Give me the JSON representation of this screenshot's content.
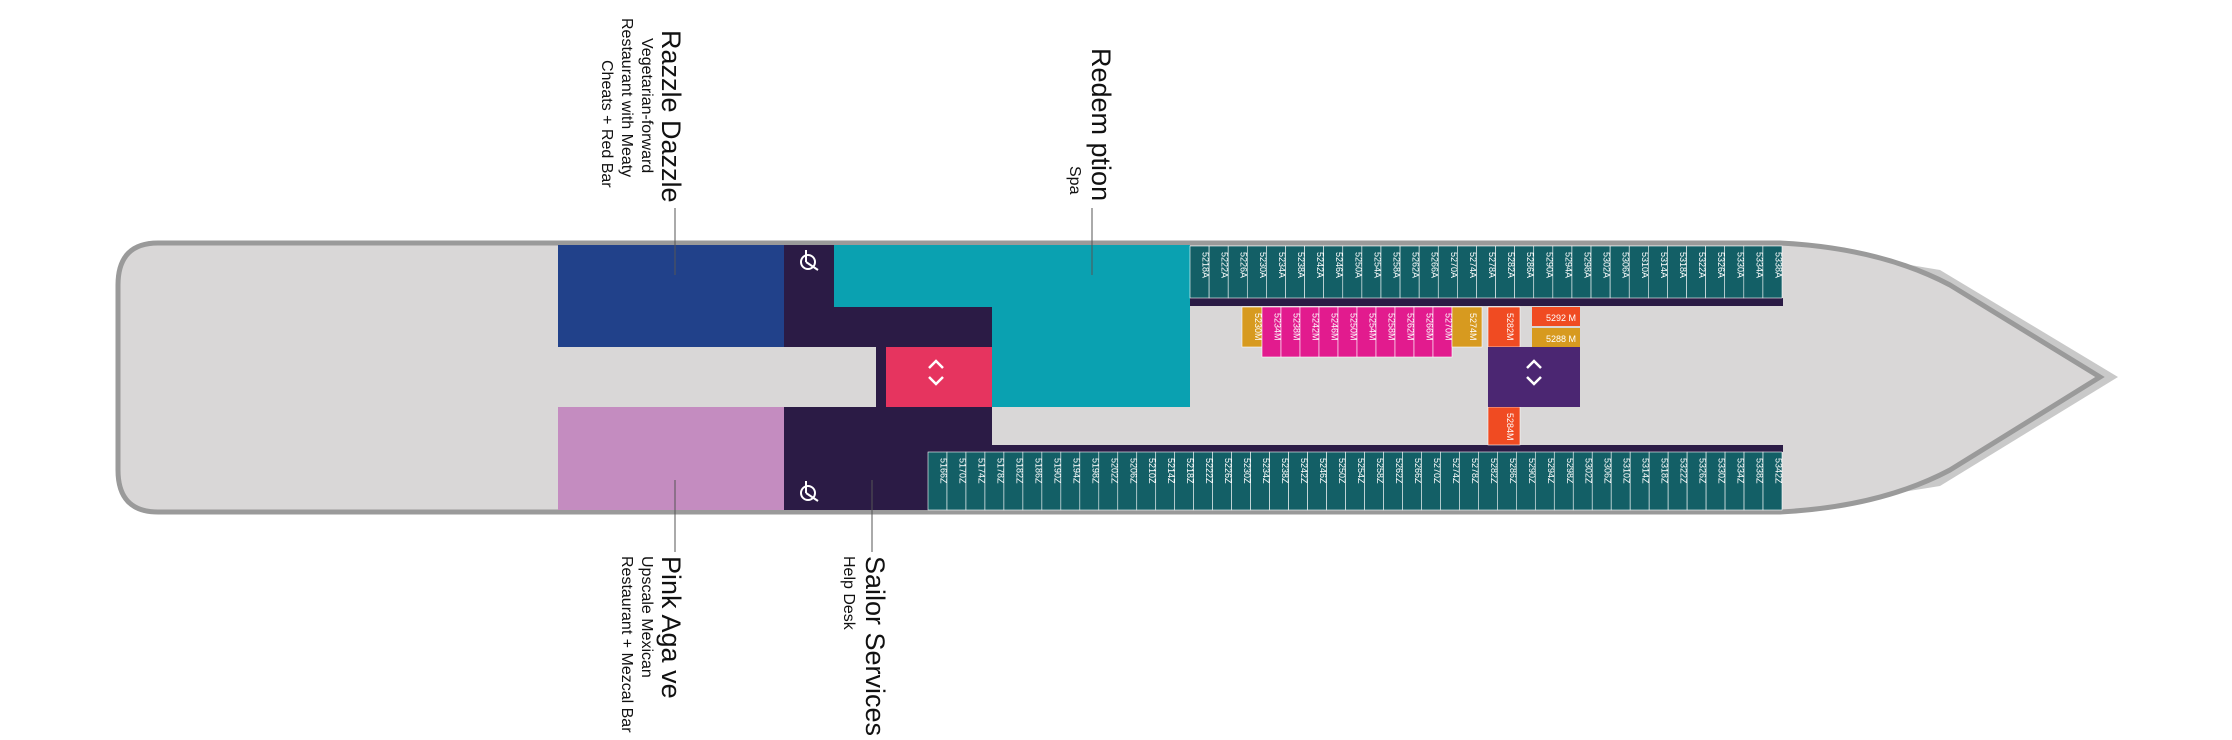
{
  "colors": {
    "hull": "#d9d7d7",
    "hull_outline": "#9a9a9a",
    "cabin_teal": "#135f66",
    "corridor_dark": "#2b1b45",
    "spa_cyan": "#0aa1b1",
    "razzle_blue": "#21418a",
    "pink_agave": "#c48cc0",
    "elevator_pink": "#e6345f",
    "elevator_purple": "#4b2672",
    "magenta_m": "#e21b8e",
    "gold_m": "#d79a1f",
    "orange_m": "#f04b22"
  },
  "venues": [
    {
      "id": "razzle-dazzle",
      "title": "Razzle  Dazzle",
      "lines": [
        "Vegetarian-forward",
        "Restaurant with Meaty",
        "Cheats + Red Bar"
      ]
    },
    {
      "id": "redemption",
      "title": "Redem ption",
      "lines": [
        "Spa"
      ]
    },
    {
      "id": "pink-agave",
      "title": "Pink  Aga ve",
      "lines": [
        "Upscale Mexican",
        "Restaurant + Mezcal Bar"
      ]
    },
    {
      "id": "sailor-services",
      "title": "Sailor Services",
      "lines": [
        "Help Desk"
      ]
    }
  ],
  "cabins_a": [
    "5218A",
    "5222A",
    "5226A",
    "5230A",
    "5234A",
    "5238A",
    "5242A",
    "5246A",
    "5250A",
    "5254A",
    "5258A",
    "5262A",
    "5266A",
    "5270A",
    "5274A",
    "5278A",
    "5282A",
    "5286A",
    "5290A",
    "5294A",
    "5298A",
    "5302A",
    "5306A",
    "5310A",
    "5314A",
    "5318A",
    "5322A",
    "5326A",
    "5330A",
    "5334A",
    "5338A"
  ],
  "cabins_z": [
    "5166Z",
    "5170Z",
    "5174Z",
    "5178Z",
    "5182Z",
    "5186Z",
    "5190Z",
    "5194Z",
    "5198Z",
    "5202Z",
    "5206Z",
    "5210Z",
    "5214Z",
    "5218Z",
    "5222Z",
    "5226Z",
    "5230Z",
    "5234Z",
    "5238Z",
    "5242Z",
    "5246Z",
    "5250Z",
    "5254Z",
    "5258Z",
    "5262Z",
    "5266Z",
    "5270Z",
    "5274Z",
    "5278Z",
    "5282Z",
    "5286Z",
    "5290Z",
    "5294Z",
    "5298Z",
    "5302Z",
    "5306Z",
    "5310Z",
    "5314Z",
    "5318Z",
    "5322Z",
    "5326Z",
    "5330Z",
    "5334Z",
    "5338Z",
    "5342Z"
  ],
  "cabins_m_magenta": [
    "5234M",
    "5238M",
    "5242M",
    "5246M",
    "5250M",
    "5254M",
    "5258M",
    "5262M",
    "5266M",
    "5270M"
  ],
  "cabin_m_gold_left": "5230M",
  "cabin_m_gold_right": "5274M",
  "cabin_m_orange_top": "5282M",
  "cabin_m_orange_bottom": "5284M",
  "cabin_5292m": "5292 M",
  "cabin_5288m": "5288 M",
  "cabin_5170z_full": "5170Z",
  "icons": [
    "accessible-icon",
    "elevator-icon",
    "dot-icon",
    "plus-icon",
    "triangle-icon"
  ]
}
